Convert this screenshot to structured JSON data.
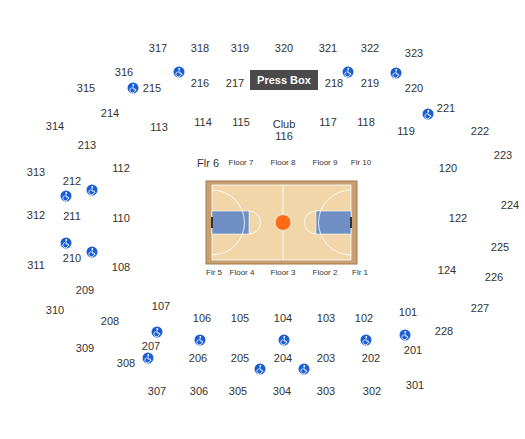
{
  "diagram": {
    "nodes": [
      {
        "text": [
          "Press Box"
        ]
      }
    ],
    "labels": [
      "317",
      "318",
      "319",
      "320",
      "321",
      "322",
      "323",
      "316",
      "315",
      "314",
      "313",
      "312",
      "311",
      "310",
      "309",
      "308",
      "307",
      "306",
      "305",
      "304",
      "303",
      "302",
      "301",
      "215",
      "216",
      "217",
      "218",
      "219",
      "220",
      "221",
      "222",
      "223",
      "224",
      "225",
      "226",
      "227",
      "228",
      "214",
      "213",
      "212",
      "211",
      "210",
      "209",
      "208",
      "207",
      "206",
      "205",
      "204",
      "203",
      "202",
      "201",
      "113",
      "114",
      "115",
      "Club 116",
      "117",
      "118",
      "119",
      "120",
      "122",
      "124",
      "101",
      "102",
      "103",
      "104",
      "105",
      "106",
      "107",
      "108",
      "110",
      "112",
      "Flr 6",
      "Floor 7",
      "Floor 8",
      "Floor 9",
      "Flr 10",
      "Flr 5",
      "Floor 4",
      "Floor 3",
      "Floor 2",
      "Flr 1"
    ]
  }
}
